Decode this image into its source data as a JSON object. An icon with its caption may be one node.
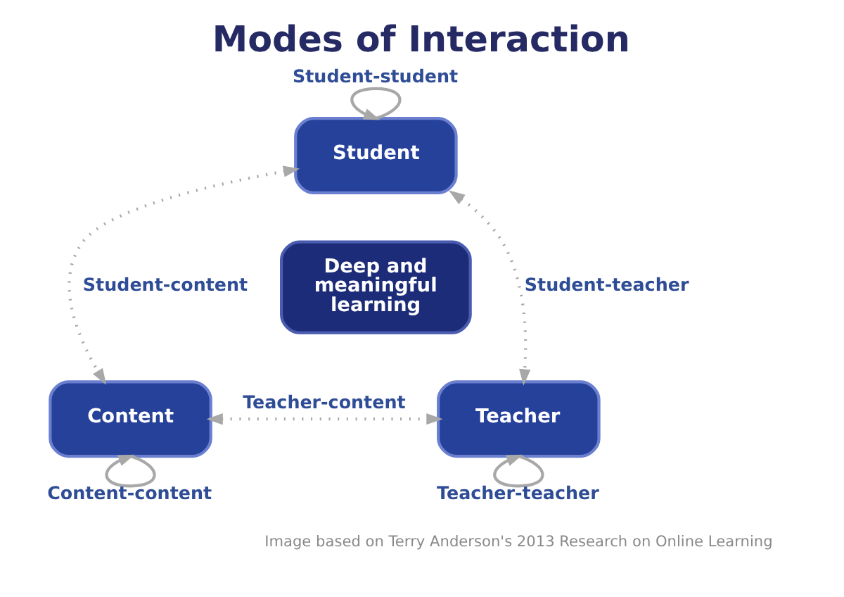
{
  "diagram": {
    "title": "Modes of Interaction",
    "caption": "Image based on Terry Anderson's 2013 Research on Online Learning",
    "nodes": [
      {
        "text": [
          "Student"
        ]
      },
      {
        "text": [
          "Deep and meaningful learning"
        ]
      },
      {
        "text": [
          "Content"
        ]
      },
      {
        "text": [
          "Teacher"
        ]
      }
    ],
    "edges": [
      {
        "from": 0,
        "to": 0,
        "arrow": "to",
        "label": "Student-student"
      },
      {
        "from": 0,
        "to": 2,
        "arrow": "both",
        "label": "Student-content",
        "style": "dashed"
      },
      {
        "from": 0,
        "to": 3,
        "arrow": "both",
        "label": "Student-teacher",
        "style": "dashed"
      },
      {
        "from": 2,
        "to": 3,
        "arrow": "both",
        "label": "Teacher-content",
        "style": "dashed"
      },
      {
        "from": 2,
        "to": 2,
        "arrow": "to",
        "label": "Content-content"
      },
      {
        "from": 3,
        "to": 3,
        "arrow": "to",
        "label": "Teacher-teacher"
      }
    ]
  }
}
